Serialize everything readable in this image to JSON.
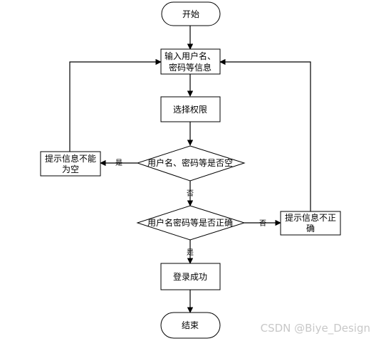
{
  "nodes": {
    "start": "开始",
    "input_line1": "输入用户名、",
    "input_line2": "密码等信息",
    "select_perm": "选择权限",
    "check_empty": "用户名、密码等是否空",
    "error_empty_line1": "提示信息不能",
    "error_empty_line2": "为空",
    "check_correct": "用户名密码等是否正确",
    "error_wrong_line1": "提示信息不正",
    "error_wrong_line2": "确",
    "login_success": "登录成功",
    "end": "结束"
  },
  "edges": {
    "yes_empty": "是",
    "no_empty": "否",
    "no_correct": "否",
    "yes_correct": "是"
  },
  "watermark": "CSDN @Biye_Design"
}
